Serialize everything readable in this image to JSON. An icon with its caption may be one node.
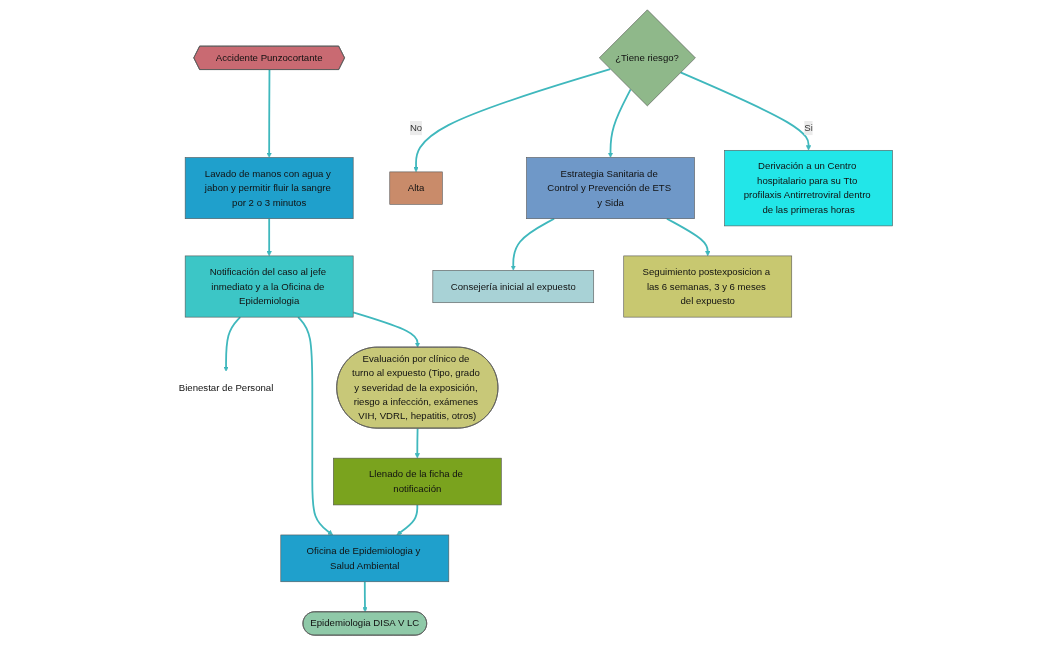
{
  "diagram": {
    "nodes": [
      {
        "text": [
          "Accidente Punzocortante"
        ]
      },
      {
        "text": [
          "Lavado de manos con agua y jabon y permitir fluir la sangre por 2 o 3 minutos"
        ]
      },
      {
        "text": [
          "Notificación del caso al jefe inmediato y a la Oficina de Epidemiologia"
        ]
      },
      {
        "text": [
          "Bienestar de Personal"
        ]
      },
      {
        "text": [
          "Epidemiologia DISA V LC"
        ]
      },
      {
        "text": [
          "Oficina de Epidemiologia y Salud Ambiental"
        ]
      },
      {
        "text": [
          "Evaluación por clínico de turno al expuesto (Tipo, grado y severidad de la exposición, riesgo a infección, exámenes VIH, VDRL, hepatitis, otros)"
        ]
      },
      {
        "text": [
          "Llenado de la ficha de notificación"
        ]
      },
      {
        "text": [
          "Alta"
        ]
      },
      {
        "text": [
          "¿Tiene riesgo?"
        ]
      },
      {
        "text": [
          "Estrategia Sanitaria de Control y Prevención de ETS y Sida"
        ]
      },
      {
        "text": [
          "Consejería inicial al expuesto"
        ]
      },
      {
        "text": [
          "Derivación a un Centro hospitalario para su Tto profilaxis Antirretroviral dentro de las primeras horas"
        ]
      },
      {
        "text": [
          "Seguimiento postexposicion a las 6 semanas, 3 y 6 meses del expuesto"
        ]
      }
    ],
    "edges": [
      {
        "from": 0,
        "to": 1,
        "arrow": "to"
      },
      {
        "from": 1,
        "to": 2,
        "arrow": "to"
      },
      {
        "from": 2,
        "to": 3,
        "arrow": "to"
      },
      {
        "from": 2,
        "to": 5,
        "arrow": "to"
      },
      {
        "from": 5,
        "to": 4,
        "arrow": "to"
      },
      {
        "from": 2,
        "to": 6,
        "arrow": "to"
      },
      {
        "from": 6,
        "to": 7,
        "arrow": "to"
      },
      {
        "from": 7,
        "to": 5,
        "arrow": "to"
      },
      {
        "from": 9,
        "to": 8,
        "arrow": "to",
        "label": "No"
      },
      {
        "from": 9,
        "to": 12,
        "arrow": "to",
        "label": "Si"
      },
      {
        "from": 9,
        "to": 10,
        "arrow": "to"
      },
      {
        "from": 10,
        "to": 11,
        "arrow": "to"
      },
      {
        "from": 10,
        "to": 13,
        "arrow": "to"
      }
    ]
  }
}
